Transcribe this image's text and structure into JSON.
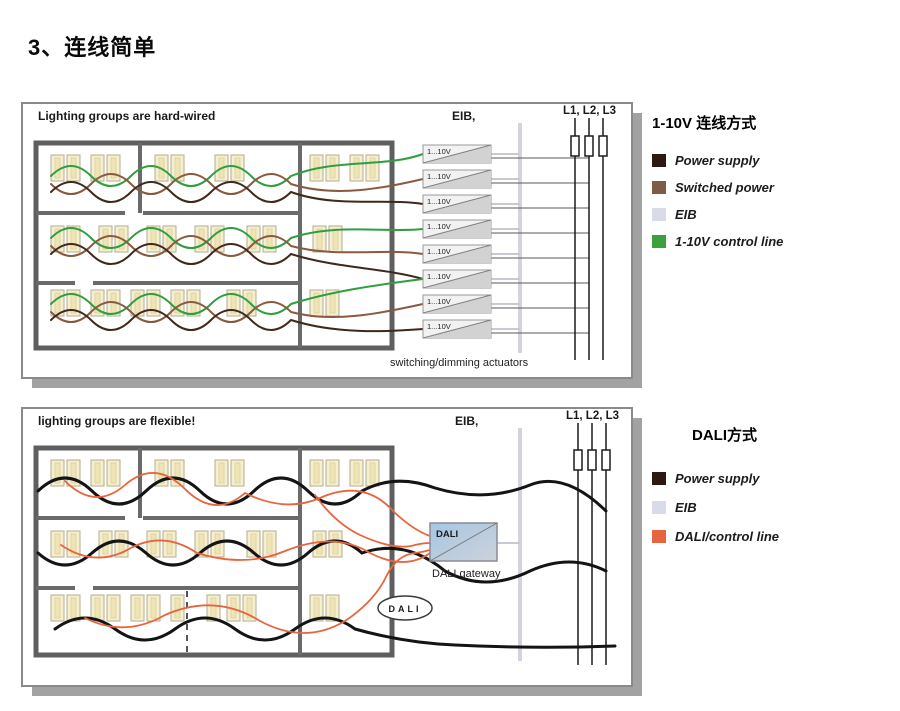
{
  "page": {
    "title": "3、连线简单"
  },
  "hardwired": {
    "heading": "Lighting groups are hard-wired",
    "eib_label": "EIB,",
    "phase_label": "L1, L2, L3",
    "actuator_label": "1...10V",
    "caption": "switching/dimming actuators",
    "legend": {
      "title": "1-10V 连线方式",
      "items": [
        {
          "label": "Power supply",
          "color": "#2d1812"
        },
        {
          "label": "Switched power",
          "color": "#7d5b49"
        },
        {
          "label": "EIB",
          "color": "#d9dce8"
        },
        {
          "label": "1-10V control line",
          "color": "#3aa13d"
        }
      ]
    }
  },
  "dali": {
    "heading": "lighting groups are flexible!",
    "eib_label": "EIB,",
    "phase_label": "L1, L2, L3",
    "gateway_box_label": "DALI",
    "gateway_caption": "DALI gateway",
    "logo_label": "DALI",
    "legend": {
      "title": "DALI方式",
      "items": [
        {
          "label": "Power supply",
          "color": "#2d1812"
        },
        {
          "label": "EIB",
          "color": "#d9dce8"
        },
        {
          "label": "DALI/control line",
          "color": "#e8643e"
        }
      ]
    }
  }
}
